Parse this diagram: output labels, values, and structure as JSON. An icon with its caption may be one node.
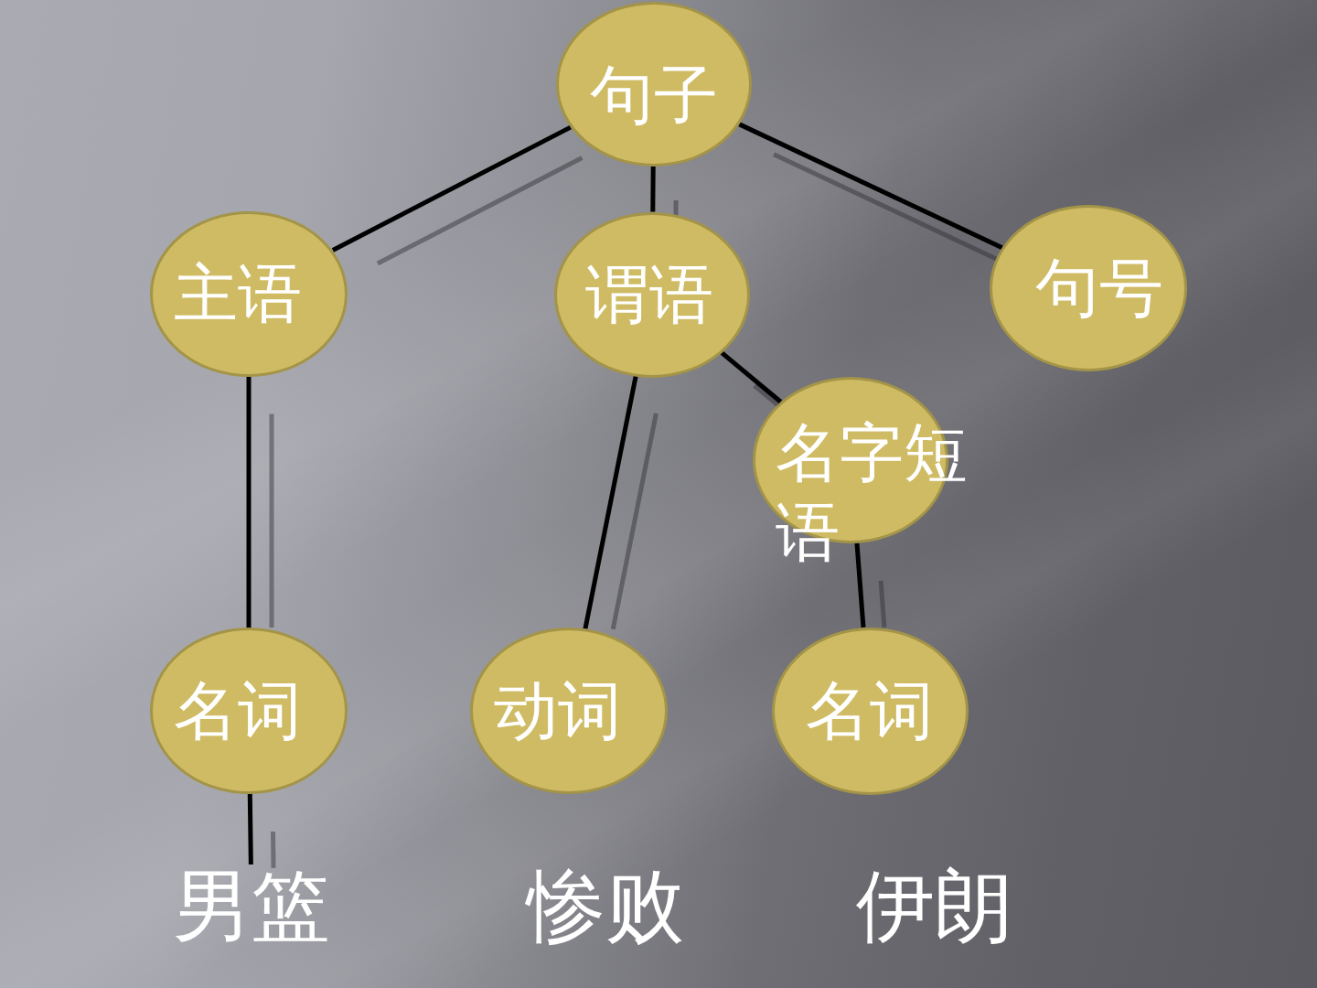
{
  "diagram": {
    "nodes": [
      {
        "text": [
          "句子"
        ]
      },
      {
        "text": [
          "主语"
        ]
      },
      {
        "text": [
          "谓语"
        ]
      },
      {
        "text": [
          "句号"
        ]
      },
      {
        "text": [
          "名字短语"
        ]
      },
      {
        "text": [
          "名词"
        ]
      },
      {
        "text": [
          "动词"
        ]
      },
      {
        "text": [
          "名词"
        ]
      },
      {
        "text": [
          "男篮"
        ]
      }
    ],
    "edges": [
      {
        "from": 0,
        "to": 1,
        "arrow": "none"
      },
      {
        "from": 0,
        "to": 2,
        "arrow": "none"
      },
      {
        "from": 0,
        "to": 3,
        "arrow": "none"
      },
      {
        "from": 1,
        "to": 5,
        "arrow": "none"
      },
      {
        "from": 2,
        "to": 6,
        "arrow": "none"
      },
      {
        "from": 2,
        "to": 4,
        "arrow": "none"
      },
      {
        "from": 4,
        "to": 7,
        "arrow": "none"
      },
      {
        "from": 5,
        "to": 8,
        "arrow": "none"
      }
    ],
    "labels": [
      "惨败",
      "伊朗"
    ]
  }
}
